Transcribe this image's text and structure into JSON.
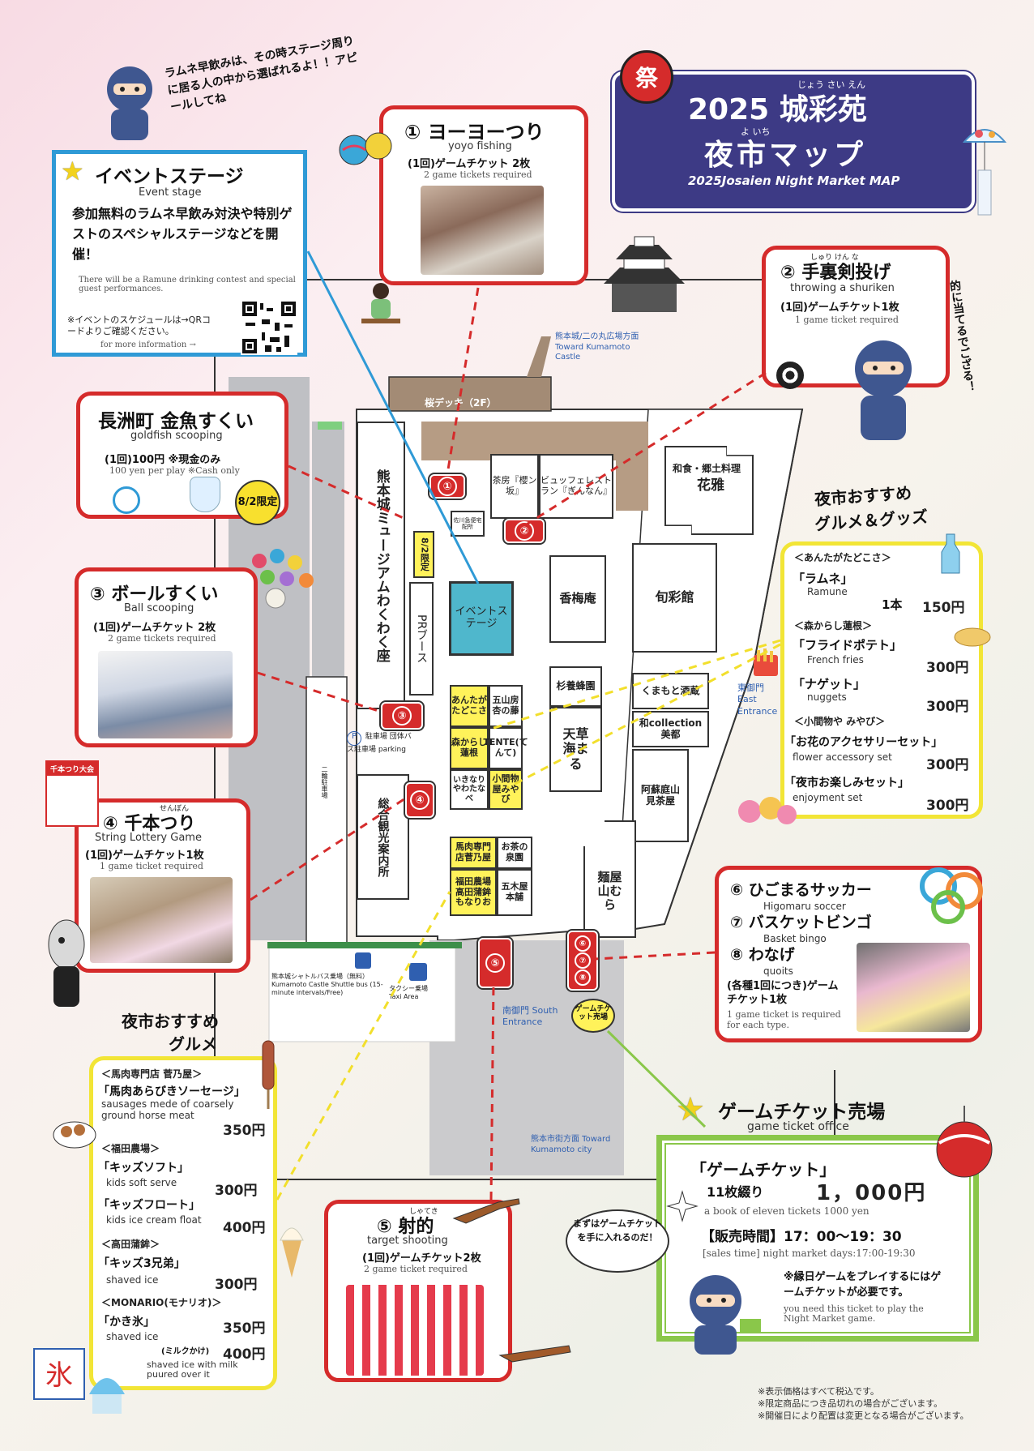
{
  "header": {
    "year_title": "2025 城彩苑",
    "furigana_title": "じょう さい えん",
    "subtitle": "夜市マップ",
    "furigana_sub": "よ いち",
    "english": "2025Josaien Night Market MAP",
    "matsuri": "祭"
  },
  "ninja_callout": "ラムネ早飲みは、その時ステージ周りに居る人の中から選ばれるよ！！アピールしてね",
  "event_stage": {
    "title": "イベントステージ",
    "en": "Event stage",
    "desc": "参加無料のラムネ早飲み対決や特別ゲストのスペシャルステージなどを開催！",
    "desc_en": "There will be a Ramune drinking contest and special guest performances.",
    "schedule": "※イベントのスケジュールは→QRコードよりご確認ください。",
    "more": "for more information →"
  },
  "yoyo": {
    "num": "①",
    "title": "ヨーヨーつり",
    "en": "yoyo fishing",
    "tickets": "(1回)ゲームチケット 2枚",
    "tickets_en": "2 game tickets required"
  },
  "shuriken": {
    "num": "②",
    "title": "手裏剣投げ",
    "furigana": "しゅり けん な",
    "en": "throwing a shuriken",
    "tickets": "(1回)ゲームチケット1枚",
    "tickets_en": "1 game ticket required",
    "callout": "的に当てるでござる！"
  },
  "goldfish": {
    "title": "長洲町 金魚すくい",
    "en": "goldfish scooping",
    "price": "(1回)100円 ※現金のみ",
    "price_en": "100 yen per play ※Cash only",
    "limited": "8/2限定"
  },
  "ball": {
    "num": "③",
    "title": "ボールすくい",
    "en": "Ball scooping",
    "tickets": "(1回)ゲームチケット 2枚",
    "tickets_en": "2 game tickets required"
  },
  "senbon": {
    "num": "④",
    "title": "千本つり",
    "furigana": "せんぼん",
    "en": "String Lottery Game",
    "tickets": "(1回)ゲームチケット1枚",
    "tickets_en": "1 game ticket required",
    "sign": "千本つり大会"
  },
  "shateki": {
    "num": "⑤",
    "title": "射的",
    "furigana": "しゃてき",
    "en": "target shooting",
    "tickets": "(1回)ゲームチケット2枚",
    "tickets_en": "2 game ticket required"
  },
  "soccer": {
    "items": [
      {
        "num": "⑥",
        "title": "ひごまるサッカー",
        "en": "Higomaru soccer"
      },
      {
        "num": "⑦",
        "title": "バスケットビンゴ",
        "en": "Basket bingo"
      },
      {
        "num": "⑧",
        "title": "わなげ",
        "en": "quoits"
      }
    ],
    "tickets": "(各種1回につき)ゲームチケット1枚",
    "tickets_en": "1 game ticket is required for each type."
  },
  "goods": {
    "heading1": "夜市おすすめ",
    "heading2": "グルメ＆グッズ",
    "sections": [
      {
        "shop": "＜あんたがたどこさ＞",
        "items": [
          {
            "name": "「ラムネ」",
            "en": "Ramune",
            "qty": "1本",
            "price": "150円"
          }
        ]
      },
      {
        "shop": "＜森からし蓮根＞",
        "items": [
          {
            "name": "「フライドポテト」",
            "en": "French fries",
            "price": "300円"
          },
          {
            "name": "「ナゲット」",
            "en": "nuggets",
            "price": "300円"
          }
        ]
      },
      {
        "shop": "＜小間物や みやび＞",
        "items": [
          {
            "name": "「お花のアクセサリーセット」",
            "en": "flower accessory set",
            "price": "300円"
          },
          {
            "name": "「夜市お楽しみセット」",
            "en": "enjoyment set",
            "price": "300円"
          }
        ]
      }
    ]
  },
  "gourmet": {
    "heading1": "夜市おすすめ",
    "heading2": "グルメ",
    "sections": [
      {
        "shop": "＜馬肉専門店 菅乃屋＞",
        "items": [
          {
            "name": "「馬肉あらびきソーセージ」",
            "en": "sausages mede of coarsely ground horse meat",
            "price": "350円"
          }
        ]
      },
      {
        "shop": "＜福田農場＞",
        "items": [
          {
            "name": "「キッズソフト」",
            "en": "kids soft serve",
            "price": "300円"
          },
          {
            "name": "「キッズフロート」",
            "en": "kids ice cream float",
            "price": "400円"
          }
        ]
      },
      {
        "shop": "＜高田蒲鉾＞",
        "items": [
          {
            "name": "「キッズ3兄弟」",
            "en": "shaved ice",
            "price": "300円"
          }
        ]
      },
      {
        "shop": "＜MONARIO(モナリオ)＞",
        "items": [
          {
            "name": "「かき氷」",
            "en": "shaved ice",
            "price": "350円"
          },
          {
            "name": "(ミルクかけ)",
            "en": "shaved ice with milk puured over it",
            "price": "400円"
          }
        ]
      }
    ]
  },
  "ticket_office": {
    "title": "ゲームチケット売場",
    "en": "game ticket office",
    "product": "「ゲームチケット」",
    "set": "11枚綴り",
    "price": "1，000円",
    "set_en": "a book of eleven tickets 1000 yen",
    "hours": "【販売時間】17：00～19：30",
    "hours_en": "[sales time] night market days:17:00-19:30",
    "note": "※縁日ゲームをプレイするにはゲームチケットが必要です。",
    "note_en": "you need this ticket to play the Night Market game.",
    "bubble": "まずはゲームチケットを手に入れるのだ！"
  },
  "map": {
    "museum": "熊本城ミュージアムわくわく座",
    "pr_booth": "PRブース",
    "stage": "イベントステージ",
    "sakura_deck": "桜デッキ（2F）",
    "cafe": "茶房『櫻ン坂』",
    "buffet": "ビュッフェレストラン『ぎんなん』",
    "hanaga_a": "和食・郷土料理",
    "hanaga_b": "花雅",
    "kobaian": "香梅庵",
    "shunsaikan": "旬彩館",
    "sugiyo": "杉養蜂園",
    "kumamon": "くまもと酒蔵",
    "wa_collection": "和collection美都",
    "amakusa": "天草海まる",
    "aso": "阿蘇庭山見茶屋",
    "menya": "麺屋山むら",
    "sogo": "総合観光案内所",
    "parking_a": "二輪駐車場",
    "parking_b": "駐車場 団体バス駐車場 parking",
    "sagawa": "佐川急便宅配所",
    "toward_castle": "熊本城/二の丸広場方面 Toward Kumamoto Castle",
    "toward_city": "熊本市街方面 Toward Kumamoto city",
    "east_gate": "東御門 East Entrance",
    "south_gate": "南御門 South Entrance",
    "shuttle": "熊本城シャトルバス乗場（無料）Kumamoto Castle Shuttle bus (15-minute intervals/Free)",
    "taxi": "タクシー乗場 Taxi Area",
    "ticket_spot": "ゲームチケット売場",
    "stalls": [
      "あんたがたどこさ",
      "五山房杏の藤",
      "森からし蓮根",
      "TENTE(てんて)",
      "いきなりやわたなべ",
      "小間物屋みやび",
      "馬肉専門店菅乃屋",
      "お茶の泉園",
      "福田農場高田蒲鉾もなりお",
      "五木屋本舗"
    ],
    "limited": "8/2限定"
  },
  "footnotes": [
    "※表示価格はすべて税込です。",
    "※限定商品につき品切れの場合がございます。",
    "※開催日により配置は変更となる場合がございます。"
  ]
}
